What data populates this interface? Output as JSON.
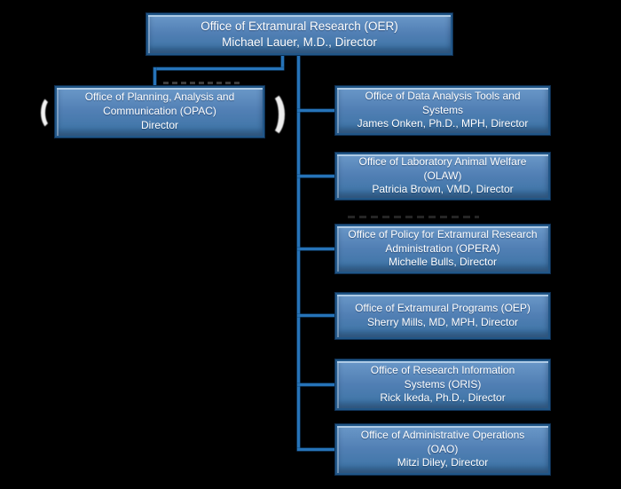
{
  "canvas": {
    "background_color": "#000000",
    "connector_color": "#2673b8",
    "box_border_color": "#215687",
    "box_fill_top_color": "#6a98c8",
    "box_fill_bottom_color": "#4076a8",
    "text_color": "#ffffff"
  },
  "org": {
    "root": {
      "lines": [
        "Office of Extramural Research (OER)",
        "Michael Lauer, M.D., Director"
      ]
    },
    "opac": {
      "lines": [
        "Office of Planning, Analysis and",
        "Communication (OPAC)",
        "Director"
      ]
    },
    "children": [
      {
        "lines": [
          "Office of Data Analysis Tools and",
          "Systems",
          "James Onken, Ph.D.,  MPH, Director"
        ]
      },
      {
        "lines": [
          "Office of Laboratory Animal Welfare",
          "(OLAW)",
          "Patricia Brown, VMD, Director"
        ]
      },
      {
        "lines": [
          "Office of Policy for Extramural Research",
          "Administration (OPERA)",
          "Michelle Bulls, Director"
        ]
      },
      {
        "lines": [
          "Office of Extramural Programs (OEP)",
          "Sherry Mills, MD, MPH, Director"
        ]
      },
      {
        "lines": [
          "Office of Research Information",
          "Systems (ORIS)",
          "Rick Ikeda, Ph.D., Director"
        ]
      },
      {
        "lines": [
          "Office of Administrative Operations",
          "(OAO)",
          "Mitzi Diley, Director"
        ]
      }
    ]
  }
}
